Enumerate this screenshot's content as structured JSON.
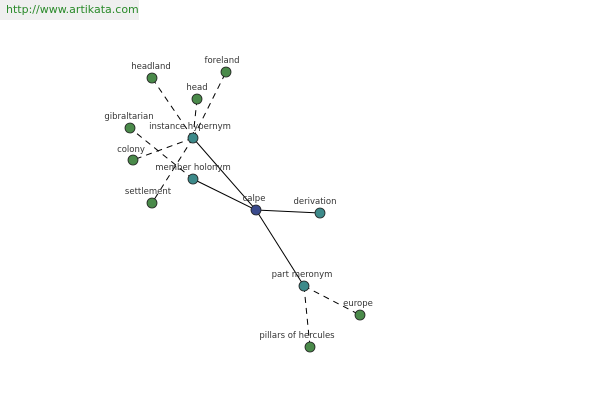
{
  "watermark": "http://www.artikata.com",
  "colors": {
    "center_node": "#3a4a8c",
    "relation_node": "#3d8a8a",
    "leaf_node": "#4a8a4a",
    "edge": "#000000"
  },
  "graph": {
    "center": {
      "label": "calpe"
    },
    "relations": [
      {
        "id": "instance_hypernym",
        "label": "instance hypernym"
      },
      {
        "id": "member_holonym",
        "label": "member holonym"
      },
      {
        "id": "derivation",
        "label": "derivation"
      },
      {
        "id": "part_meronym",
        "label": "part meronym"
      }
    ],
    "leaves": [
      {
        "id": "headland",
        "label": "headland",
        "relation": "instance_hypernym"
      },
      {
        "id": "foreland",
        "label": "foreland",
        "relation": "instance_hypernym"
      },
      {
        "id": "head",
        "label": "head",
        "relation": "instance_hypernym"
      },
      {
        "id": "gibraltarian",
        "label": "gibraltarian",
        "relation": "member_holonym"
      },
      {
        "id": "colony",
        "label": "colony",
        "relation": "instance_hypernym"
      },
      {
        "id": "settlement",
        "label": "settlement",
        "relation": "instance_hypernym"
      },
      {
        "id": "europe",
        "label": "europe",
        "relation": "part_meronym"
      },
      {
        "id": "pillars_of_hercules",
        "label": "pillars of hercules",
        "relation": "part_meronym"
      }
    ]
  }
}
